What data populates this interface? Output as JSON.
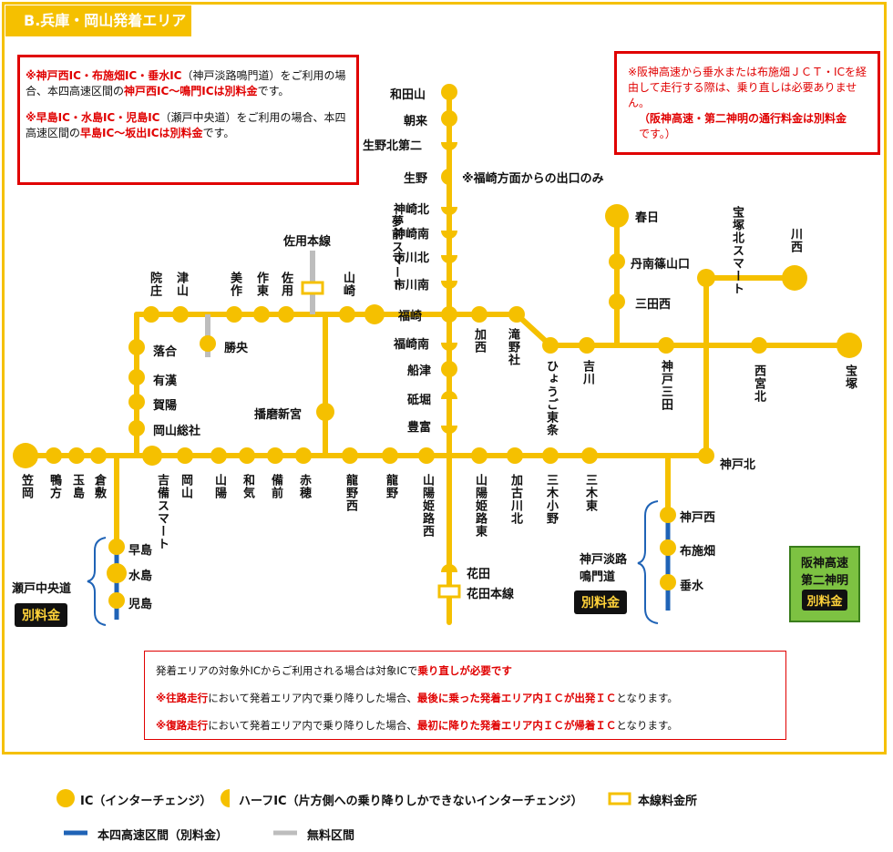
{
  "header": {
    "area_title": "B.兵庫・岡山発着エリア"
  },
  "notes": {
    "left_1a": "※神戸西IC・布施畑IC・垂水IC",
    "left_1b": "（神戸淡路鳴門道）をご利用の場合、本四高速区間の",
    "left_1c": "神戸西IC～鳴門ICは別料金",
    "left_1d": "です。",
    "left_2a": "※早島IC・水島IC・児島IC",
    "left_2b": "（瀬戸中央道）をご利用の場合、本四高速区間の",
    "left_2c": "早島IC～坂出ICは別料金",
    "left_2d": "です。",
    "right_1": "※阪神高速から垂水または布施畑ＪＣＴ・ICを経由して走行する際は、乗り直しは必要ありません。",
    "right_2a": "（阪神高速・第二神明の通行料金は別料金",
    "right_2b": "です。）",
    "fukuzaki_note": "※福崎方面からの出口のみ"
  },
  "stations": {
    "wadayama": "和田山",
    "asago": "朝来",
    "ikunokita": "生野北第二",
    "ikuno": "生野",
    "kanzakikita": "神崎北",
    "kanzakiminami": "神崎南",
    "ichikawakita": "市川北",
    "ichikawaminami": "市川南",
    "fukusaki": "福崎",
    "fukusakiminami": "福崎南",
    "funatsu": "船津",
    "toho": "砥堀",
    "toyotomi": "豊富",
    "hanada": "花田",
    "hanada_toll": "花田本線",
    "kasai": "加西",
    "takinoyashiro": "滝野社",
    "hyogo_tojo": "ひょうご東条",
    "yokawa": "吉川",
    "kobe_sanda": "神戸三田",
    "nishinomiyakita": "西宮北",
    "takarazuka": "宝塚",
    "kobekita": "神戸北",
    "kasuga": "春日",
    "tannan_sasayama": "丹南篠山口",
    "sandanishi": "三田西",
    "takarazukakita": "宝塚北スマート",
    "kawanishi": "川西",
    "yumesaki": "夢前スマート",
    "yamazaki": "山崎",
    "sayo": "佐用",
    "sayo_toll": "佐用本線",
    "sakuto": "作東",
    "mimasaka": "美作",
    "tsuyama": "津山",
    "innosho": "院庄",
    "ochiai": "落合",
    "katsuyama": "勝央",
    "ukan": "有漢",
    "kayo": "賀陽",
    "okayama_soja": "岡山総社",
    "harima_shingu": "播磨新宮",
    "kasaoka": "笠岡",
    "kamogata": "鴨方",
    "tamashima": "玉島",
    "kurashiki": "倉敷",
    "kibi": "吉備スマート",
    "okayama": "岡山",
    "sanyo": "山陽",
    "wake": "和気",
    "bizen": "備前",
    "ako": "赤穂",
    "tatsunonishi": "龍野西",
    "tatsuno": "龍野",
    "sanyohimejinishi": "山陽姫路西",
    "sanyohimejihigashi": "山陽姫路東",
    "kakogawakita": "加古川北",
    "mikiono": "三木小野",
    "mikihigashi": "三木東",
    "hayashima": "早島",
    "mizushima": "水島",
    "kojima": "児島",
    "seto_chuo": "瀬戸中央道",
    "kobenishi": "神戸西",
    "fusehata": "布施畑",
    "tarumi": "垂水",
    "kobe_awaji_1": "神戸淡路",
    "kobe_awaji_2": "鳴門道",
    "hanshin_1": "阪神高速",
    "hanshin_2": "第二神明"
  },
  "badges": {
    "separate": "別料金"
  },
  "bottom_notice": {
    "line1a": "発着エリアの対象外ICからご利用される場合は対象ICで",
    "line1b": "乗り直しが必要です",
    "line2a": "※",
    "line2b": "往路走行",
    "line2c": "において発着エリア内で乗り降りした場合、",
    "line2d": "最後に乗った発着エリア内ＩＣが出発ＩＣ",
    "line2e": "となります。",
    "line3a": "※",
    "line3b": "復路走行",
    "line3c": "において発着エリア内で乗り降りした場合、",
    "line3d": "最初に降りた発着エリア内ＩＣが帰着ＩＣ",
    "line3e": "となります。"
  },
  "legend": {
    "ic": "IC（インターチェンジ）",
    "half_ic": "ハーフIC（片方側への乗り降りしかできないインターチェンジ）",
    "toll": "本線料金所",
    "honshi": "本四高速区間（別料金）",
    "free": "無料区間"
  },
  "colors": {
    "route": "#f5c000",
    "honshi": "#1f63b6",
    "free": "#bdbdbd",
    "alert": "#e00000",
    "hanshin_box": "#7dc242"
  }
}
